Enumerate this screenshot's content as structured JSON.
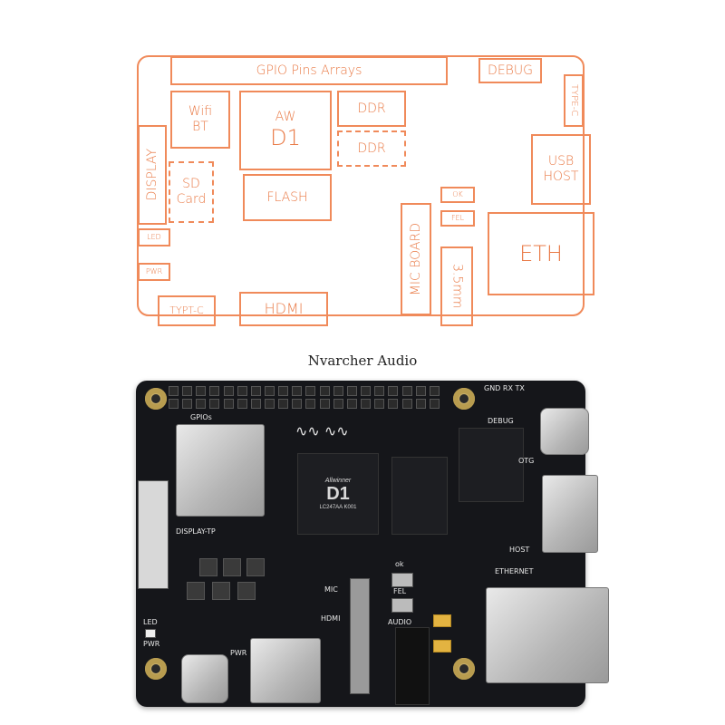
{
  "diagram": {
    "blocks": {
      "gpio": "GPIO Pins Arrays",
      "debug": "DEBUG",
      "type_c_top": "TYPE-C",
      "wifi": "Wifi",
      "bt": "BT",
      "aw": "AW",
      "d1": "D1",
      "ddr1": "DDR",
      "ddr2": "DDR",
      "usb": "USB",
      "host": "HOST",
      "display": "DISPLAY",
      "sd": "SD",
      "card": "Card",
      "flash": "FLASH",
      "ok": "OK",
      "fel": "FEL",
      "led": "LED",
      "mic_board": "MIC BOARD",
      "eth": "ETH",
      "pwr": "PWR",
      "mm35": "3.5mm",
      "typt_c": "TYPT-C",
      "hdmi": "HDMI"
    },
    "accent_color": "#f08a5a"
  },
  "caption": "Nvarcher Audio",
  "photo": {
    "labels": {
      "gnd_rx_tx": "GND RX TX",
      "debug": "DEBUG",
      "gpios": "GPIOs",
      "otg": "OTG",
      "display_tp": "DISPLAY-TP",
      "host": "HOST",
      "ethernet": "ETHERNET",
      "ok": "ok",
      "fel": "FEL",
      "mic": "MIC",
      "hdmi": "HDMI",
      "led": "LED",
      "audio": "AUDIO",
      "pwr_side": "PWR",
      "pwr": "PWR",
      "chip_d1": "D1",
      "chip_logo": "Allwinner",
      "chip_code": "LC247AA K001"
    },
    "board_color": "#15161a"
  }
}
